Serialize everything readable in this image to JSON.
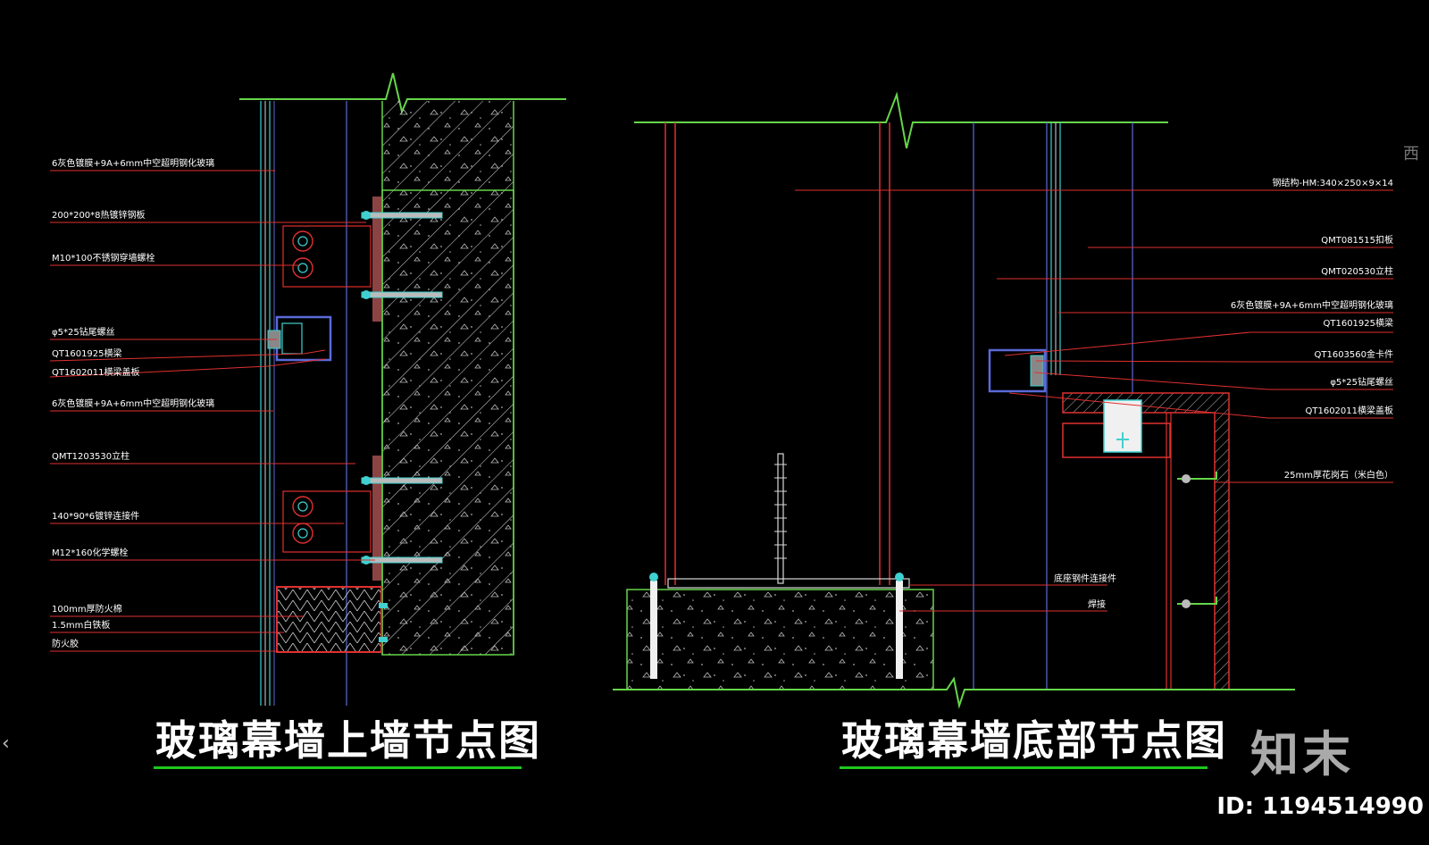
{
  "titles": {
    "left": "玻璃幕墙上墙节点图",
    "right": "玻璃幕墙底部节点图"
  },
  "left_labels": [
    "6灰色镀膜+9A+6mm中空超明钢化玻璃",
    "200*200*8热镀锌钢板",
    "M10*100不锈钢穿墙螺栓",
    "φ5*25钻尾螺丝",
    "QT1601925横梁",
    "QT1602011横梁盖板",
    "6灰色镀膜+9A+6mm中空超明钢化玻璃",
    "QMT1203530立柱",
    "140*90*6镀锌连接件",
    "M12*160化学螺栓",
    "100mm厚防火棉",
    "1.5mm白铁板",
    "防火胶"
  ],
  "right_labels": [
    "钢结构-HM:340×250×9×14",
    "QMT081515扣板",
    "QMT020530立柱",
    "6灰色镀膜+9A+6mm中空超明钢化玻璃",
    "QT1601925横梁",
    "QT1603560金卡件",
    "φ5*25钻尾螺丝",
    "QT1602011横梁盖板",
    "25mm厚花岗石（米白色）"
  ],
  "bottom_labels": [
    "底座钢件连接件",
    "焊接"
  ],
  "brand": "知末",
  "id_text": "ID: 1194514990",
  "side_char": "西",
  "colors": {
    "background": "#000000",
    "leader": "#e03030",
    "green": "#66d64a",
    "cyan": "#40d0d0",
    "blue": "#5a6ad8",
    "title_underline": "#1ec81e"
  }
}
